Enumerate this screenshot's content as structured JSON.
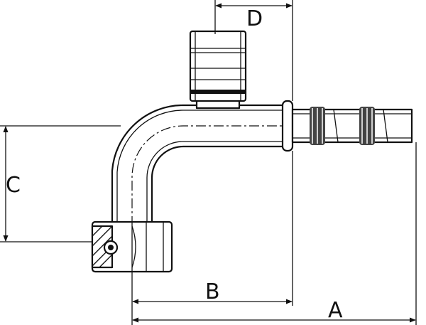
{
  "dimensions": {
    "a": "A",
    "b": "B",
    "c": "C",
    "d": "D"
  },
  "colors": {
    "line": "#111111",
    "background": "#ffffff"
  }
}
